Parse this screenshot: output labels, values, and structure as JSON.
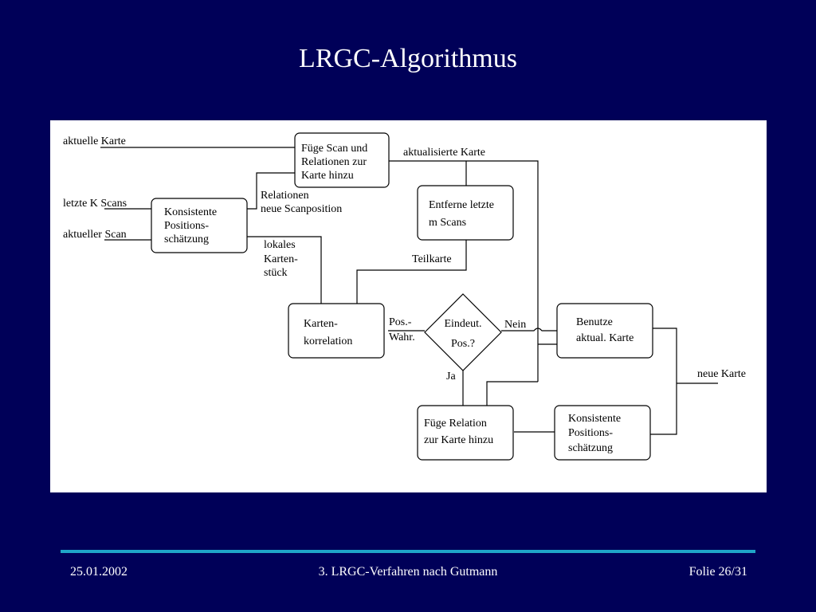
{
  "slide": {
    "title": "LRGC-Algorithmus"
  },
  "footer": {
    "date": "25.01.2002",
    "center": "3. LRGC-Verfahren nach Gutmann",
    "page": "Folie 26/31"
  },
  "diagram": {
    "inputs": {
      "aktuelle_karte": "aktuelle Karte",
      "letzte_k_scans": "letzte K Scans",
      "aktueller_scan": "aktueller Scan"
    },
    "boxes": {
      "fuege_scan": [
        "Füge Scan und",
        "Relationen zur",
        "Karte hinzu"
      ],
      "konsistente_1": [
        "Konsistente",
        "Positions-",
        "schätzung"
      ],
      "entferne": [
        "Entferne letzte",
        "m Scans"
      ],
      "karten_korrelation": [
        "Karten-",
        "korrelation"
      ],
      "decision": [
        "Eindeut.",
        "Pos.?"
      ],
      "benutze": [
        "Benutze",
        "aktual. Karte"
      ],
      "fuege_relation": [
        "Füge Relation",
        "zur Karte hinzu"
      ],
      "konsistente_2": [
        "Konsistente",
        "Positions-",
        "schätzung"
      ]
    },
    "labels": {
      "aktualisierte_karte": "aktualisierte Karte",
      "relationen": [
        "Relationen",
        "neue Scanposition"
      ],
      "lokales": [
        "lokales",
        "Karten-",
        "stück"
      ],
      "teilkarte": "Teilkarte",
      "pos_wahr": [
        "Pos.-",
        "Wahr."
      ],
      "nein": "Nein",
      "ja": "Ja",
      "neue_karte": "neue Karte"
    }
  }
}
